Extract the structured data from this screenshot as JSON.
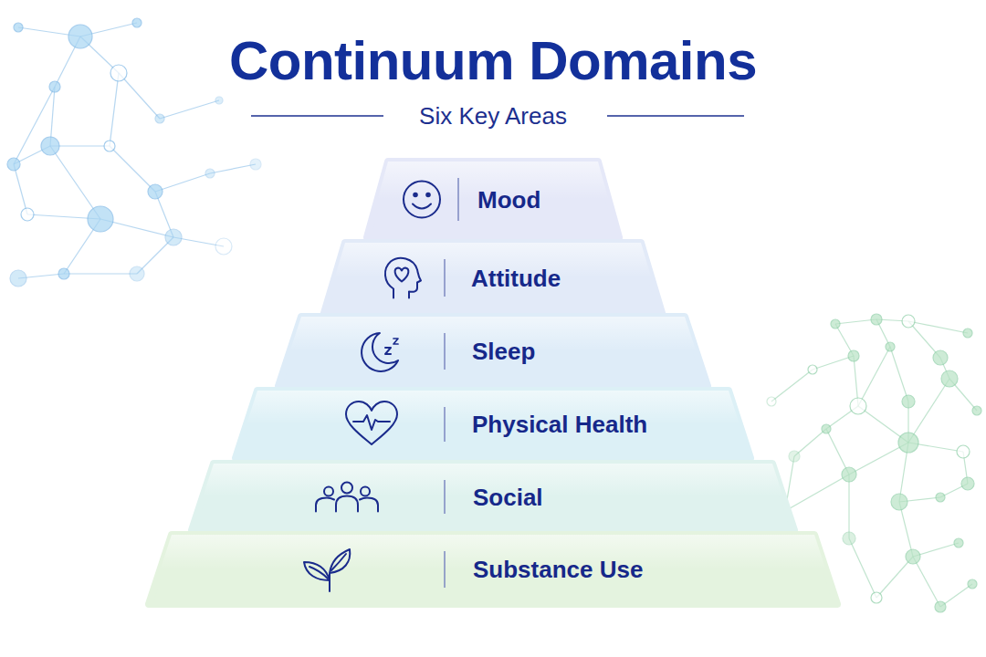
{
  "diagram": {
    "title": "Continuum Domains",
    "nodes": [
      {
        "text": [
          "Mood"
        ]
      },
      {
        "text": [
          "Attitude"
        ]
      },
      {
        "text": [
          "Sleep"
        ]
      },
      {
        "text": [
          "Physical Health"
        ]
      },
      {
        "text": [
          "Social"
        ]
      },
      {
        "text": [
          "Substance Use"
        ]
      }
    ],
    "labels": [
      "Six Key Areas"
    ]
  }
}
